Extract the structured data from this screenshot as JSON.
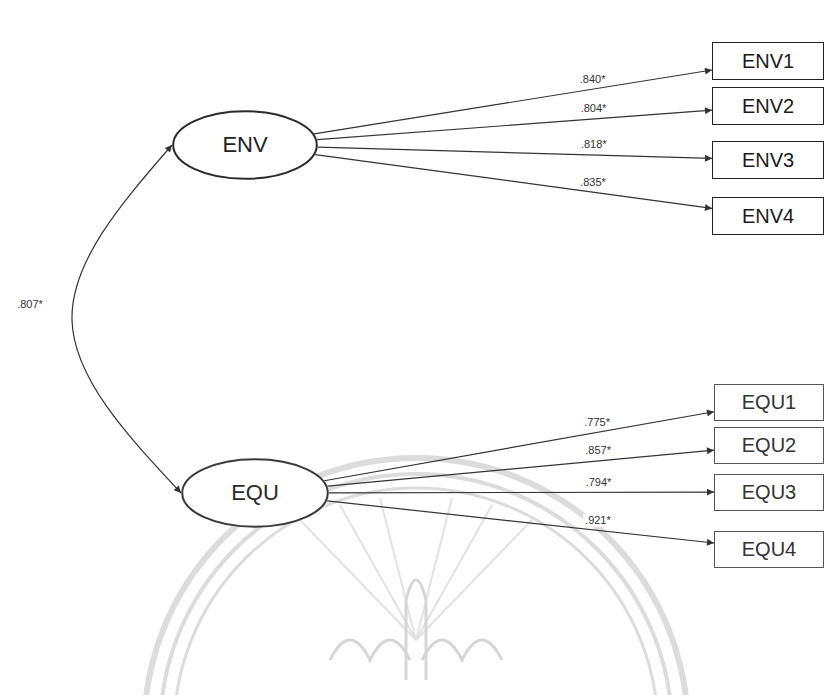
{
  "diagram": {
    "nodes": [
      {
        "text": [
          "ENV"
        ]
      },
      {
        "text": [
          "ENV1"
        ]
      },
      {
        "text": [
          "ENV2"
        ]
      },
      {
        "text": [
          "ENV3"
        ]
      },
      {
        "text": [
          "ENV4"
        ]
      },
      {
        "text": [
          "EQU"
        ]
      },
      {
        "text": [
          "EQU1"
        ]
      },
      {
        "text": [
          "EQU2"
        ]
      },
      {
        "text": [
          "EQU3"
        ]
      },
      {
        "text": [
          "EQU4"
        ]
      }
    ],
    "edges": [
      {
        "from": 0,
        "to": 1,
        "arrow": "to",
        "label": ".840*"
      },
      {
        "from": 0,
        "to": 2,
        "arrow": "to",
        "label": ".804*"
      },
      {
        "from": 0,
        "to": 3,
        "arrow": "to",
        "label": ".818*"
      },
      {
        "from": 0,
        "to": 4,
        "arrow": "to",
        "label": ".835*"
      },
      {
        "from": 5,
        "to": 6,
        "arrow": "to",
        "label": ".775*"
      },
      {
        "from": 5,
        "to": 7,
        "arrow": "to",
        "label": ".857*"
      },
      {
        "from": 5,
        "to": 8,
        "arrow": "to",
        "label": ".794*"
      },
      {
        "from": 5,
        "to": 9,
        "arrow": "to",
        "label": ".921*"
      },
      {
        "from": 0,
        "to": 5,
        "arrow": "both",
        "label": ".807*"
      }
    ]
  }
}
